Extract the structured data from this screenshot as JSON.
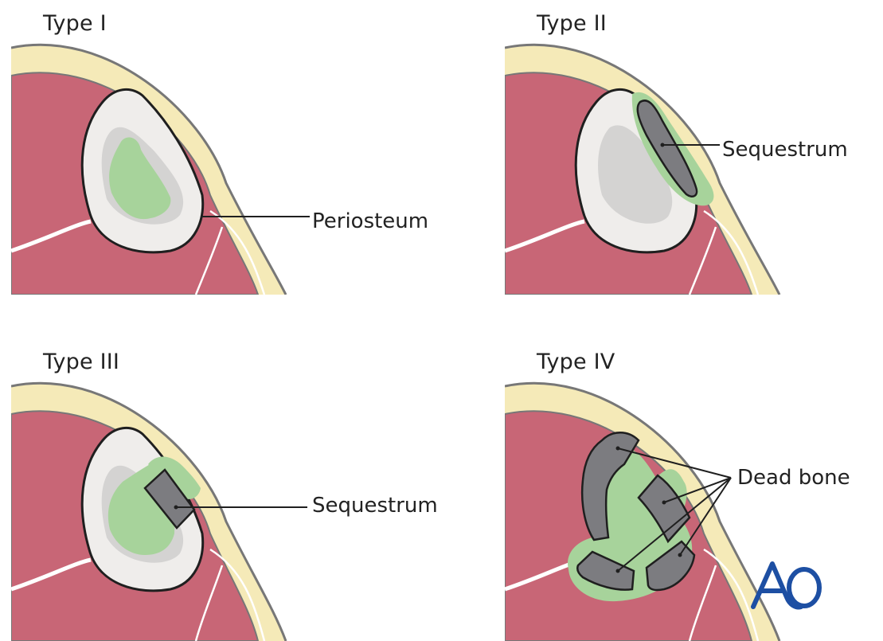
{
  "panels": [
    {
      "title": "Type I",
      "label": "Periosteum"
    },
    {
      "title": "Type II",
      "label": "Sequestrum"
    },
    {
      "title": "Type III",
      "label": "Sequestrum"
    },
    {
      "title": "Type IV",
      "label": "Dead bone"
    }
  ],
  "colors": {
    "muscle": "#c86676",
    "fat": "#f5eab8",
    "bone": "#efedeb",
    "medulla": "#d4d3d2",
    "infection": "#a7d39b",
    "dead_bone": "#7c7c80",
    "outline": "#1f1f1f",
    "logo": "#1d4fa3"
  },
  "logo_text": "AO"
}
